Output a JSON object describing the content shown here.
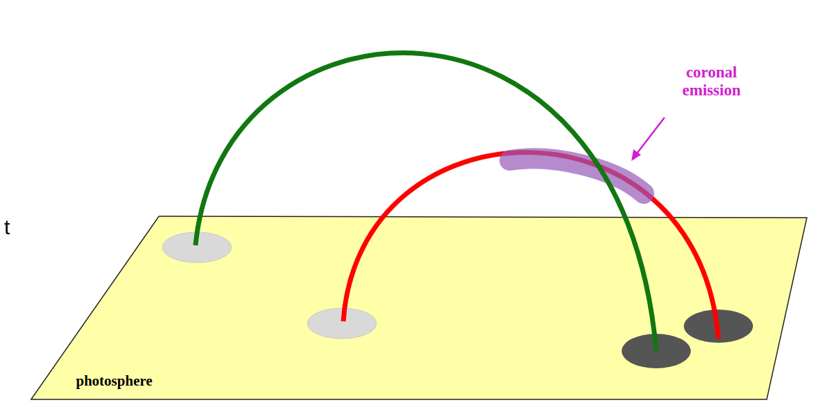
{
  "diagram": {
    "nodes": [
      {
        "text": [
          "photosphere"
        ]
      }
    ],
    "labels": [
      "coronal emission",
      "t"
    ]
  }
}
